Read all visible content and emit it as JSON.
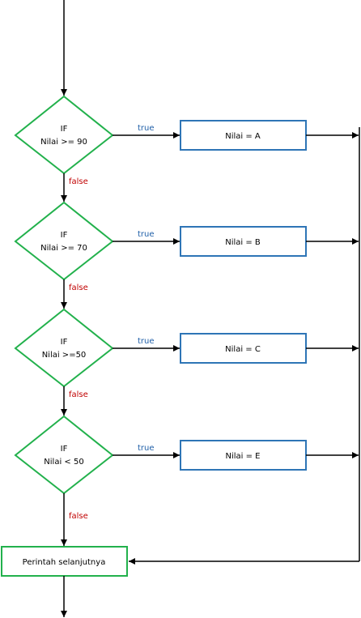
{
  "colors": {
    "decision_stroke": "#22b14c",
    "action_stroke": "#2e75b6",
    "end_stroke": "#22b14c",
    "line": "#000000",
    "true_label": "#1f5fa8",
    "false_label": "#c00000"
  },
  "decisions": [
    {
      "line1": "IF",
      "line2": "Nilai >= 90",
      "true_label": "true",
      "false_label": "false",
      "action": "Nilai = A"
    },
    {
      "line1": "IF",
      "line2": "Nilai >= 70",
      "true_label": "true",
      "false_label": "false",
      "action": "Nilai = B"
    },
    {
      "line1": "IF",
      "line2": "Nilai >=50",
      "true_label": "true",
      "false_label": "false",
      "action": "Nilai = C"
    },
    {
      "line1": "IF",
      "line2": "Nilai < 50",
      "true_label": "true",
      "false_label": "false",
      "action": "Nilai = E"
    }
  ],
  "end_box": {
    "label": "Perintah selanjutnya"
  }
}
